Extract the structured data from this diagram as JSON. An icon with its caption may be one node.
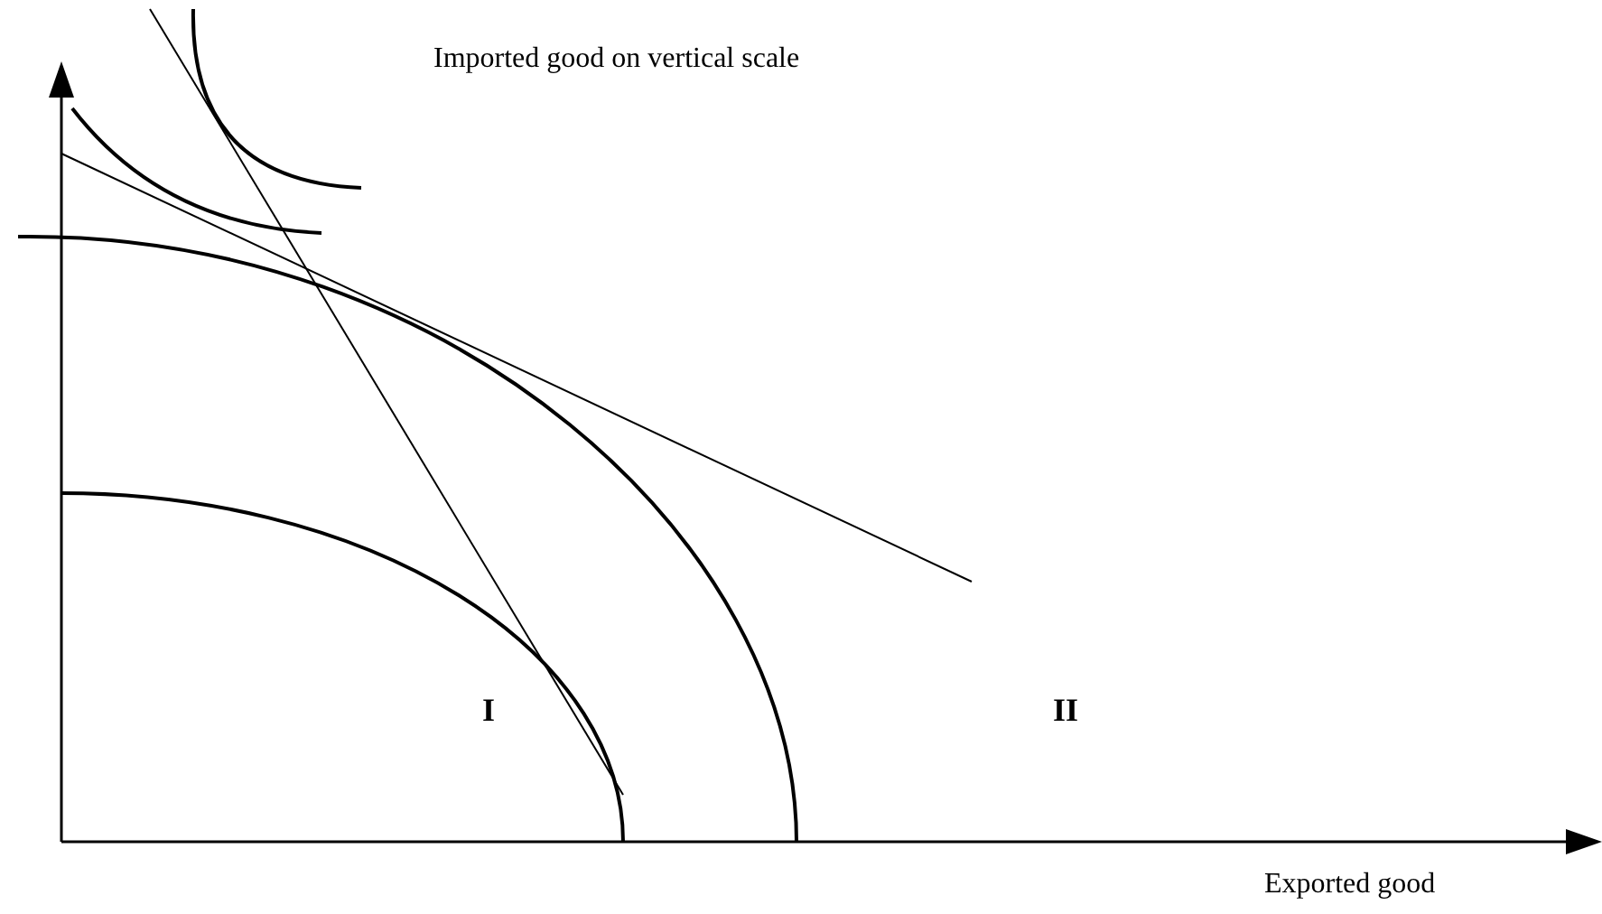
{
  "diagram": {
    "labels": [
      "Imported good on vertical scale",
      "I",
      "II",
      "Exported good"
    ]
  }
}
